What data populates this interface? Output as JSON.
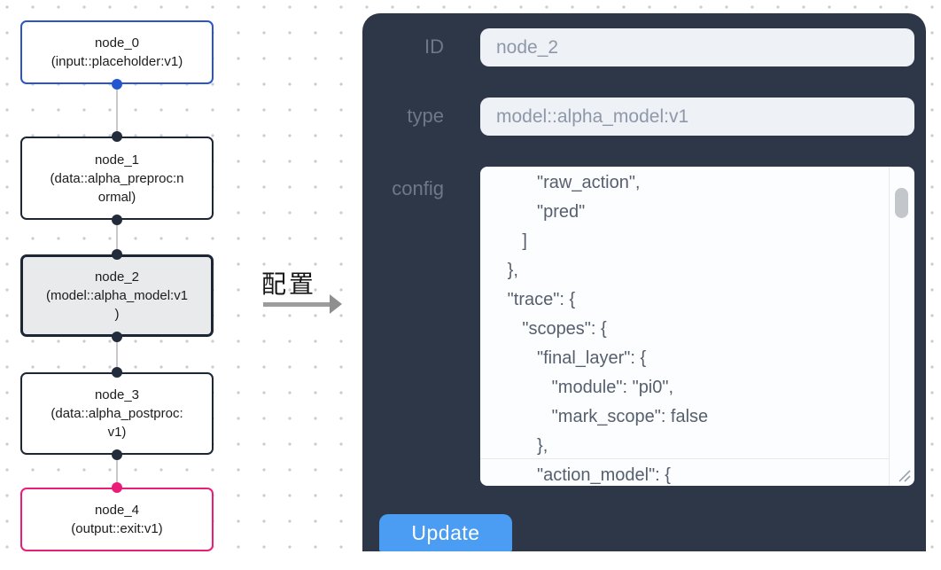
{
  "pipeline": {
    "nodes": [
      {
        "title": "node_0",
        "subtitle": "(input::placeholder:v1)"
      },
      {
        "title": "node_1",
        "subtitle": "(data::alpha_preproc:n\normal)"
      },
      {
        "title": "node_2",
        "subtitle": "(model::alpha_model:v1\n)"
      },
      {
        "title": "node_3",
        "subtitle": "(data::alpha_postproc:\nv1)"
      },
      {
        "title": "node_4",
        "subtitle": "(output::exit:v1)"
      }
    ]
  },
  "transition": {
    "label": "配置"
  },
  "panel": {
    "fields": {
      "id": {
        "label": "ID",
        "value": "node_2"
      },
      "type": {
        "label": "type",
        "value": "model::alpha_model:v1"
      },
      "config": {
        "label": "config",
        "visible_value": "         \"raw_action\",\n         \"pred\"\n      ]\n   },\n   \"trace\": {\n      \"scopes\": {\n         \"final_layer\": {\n            \"module\": \"pi0\",\n            \"mark_scope\": false\n         },\n         \"action_model\": {"
      }
    },
    "update_button": "Update"
  },
  "colors": {
    "panel_bg": "#2d3748",
    "field_bg": "#eef1f6",
    "field_text": "#8e98a8",
    "label_text": "#6e7889",
    "button_bg": "#4a9df2",
    "config_text": "#565f6e",
    "node_border_default": "#1d2634",
    "node_border_input": "#2b55c8",
    "node_border_output": "#ea1d78",
    "node_selected_bg": "#e9eaeb",
    "edge": "#c8c8c8",
    "arrow": "#9c9c9c",
    "grid_dot": "#c9ccd1"
  }
}
